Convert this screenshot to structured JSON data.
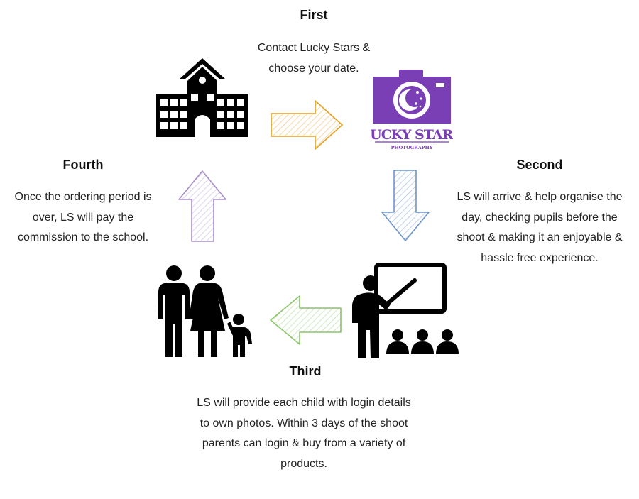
{
  "steps": {
    "first": {
      "title": "First",
      "lines": [
        "Contact Lucky Stars &",
        "choose your date."
      ]
    },
    "second": {
      "title": "Second",
      "lines": [
        "LS will arrive & help organise the",
        "day, checking pupils before the",
        "shoot & making it an enjoyable &",
        "hassle free experience."
      ]
    },
    "third": {
      "title": "Third",
      "lines": [
        "LS will provide each child with login details",
        "to own photos.  Within 3 days of the shoot",
        "parents can login & buy from a variety of",
        "products."
      ]
    },
    "fourth": {
      "title": "Fourth",
      "lines": [
        "Once the ordering period is",
        "over, LS will pay the",
        "commission to the school."
      ]
    }
  },
  "logo": {
    "name": "LUCKY STARS",
    "sub": "PHOTOGRAPHY",
    "color": "#7a3fb5"
  },
  "icons": [
    "school-icon",
    "camera-logo-icon",
    "teacher-class-icon",
    "family-icon"
  ],
  "arrow_colors": {
    "right": "#e0a020",
    "down": "#6c95c9",
    "left": "#8cc46a",
    "up": "#a88fcb"
  }
}
